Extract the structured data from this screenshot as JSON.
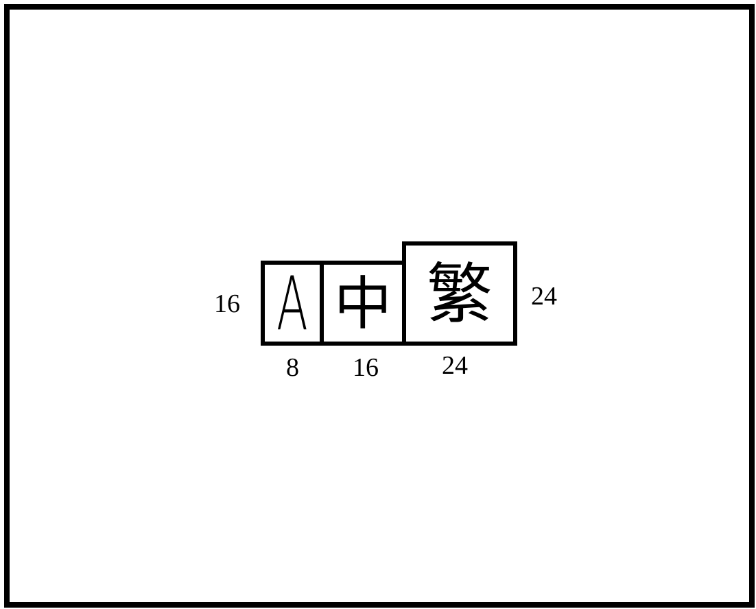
{
  "glyph_cells": [
    {
      "char": "A",
      "width_label": "8"
    },
    {
      "char": "中",
      "width_label": "16"
    },
    {
      "char": "繁",
      "width_label": "24"
    }
  ],
  "height_labels": {
    "left": "16",
    "right": "24"
  }
}
